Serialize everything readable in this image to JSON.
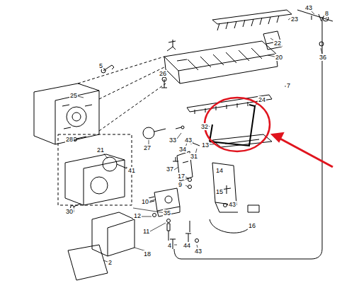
{
  "diagram": {
    "labels": [
      "23",
      "43",
      "8",
      "36",
      "22",
      "5",
      "26",
      "20",
      "7",
      "25",
      "28",
      "27",
      "33",
      "34",
      "31",
      "32",
      "24",
      "43",
      "13",
      "21",
      "41",
      "37",
      "17",
      "9",
      "14",
      "15",
      "43",
      "10",
      "12",
      "11",
      "35",
      "16",
      "30",
      "4",
      "44",
      "43",
      "18",
      "2"
    ]
  }
}
